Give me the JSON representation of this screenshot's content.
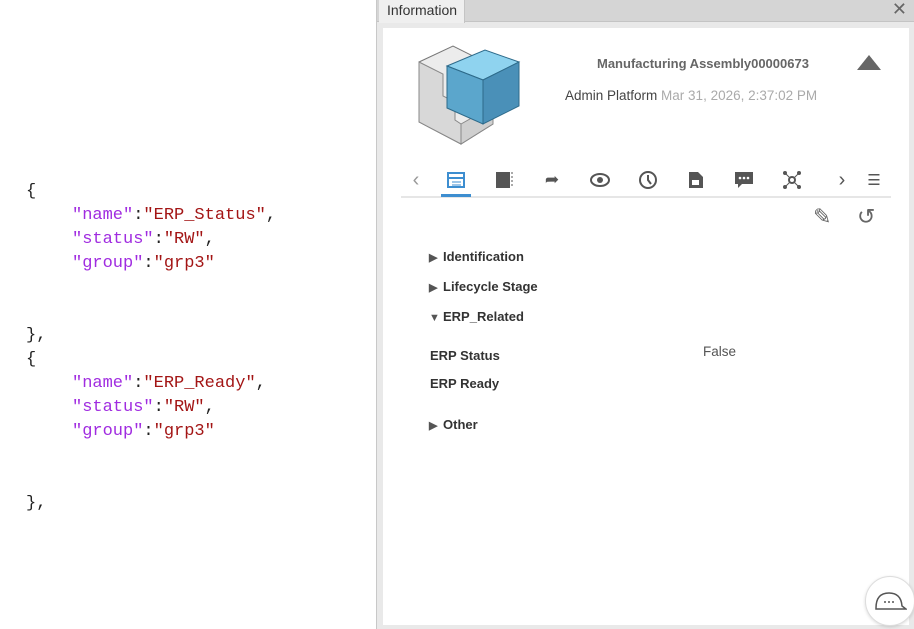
{
  "code": {
    "lines": [
      {
        "t": "brace",
        "text": "{"
      },
      {
        "key": "\"name\"",
        "value": "\"ERP_Status\"",
        "trail": ","
      },
      {
        "key": "\"status\"",
        "value": "\"RW\"",
        "trail": ","
      },
      {
        "key": "\"group\"",
        "value": "\"grp3\"",
        "trail": ""
      },
      {
        "t": "brace",
        "text": "},"
      },
      {
        "t": "brace",
        "text": "{"
      },
      {
        "key": "\"name\"",
        "value": "\"ERP_Ready\"",
        "trail": ","
      },
      {
        "key": "\"status\"",
        "value": "\"RW\"",
        "trail": ","
      },
      {
        "key": "\"group\"",
        "value": "\"grp3\"",
        "trail": ""
      },
      {
        "t": "brace",
        "text": "},"
      }
    ]
  },
  "panel": {
    "tab_label": "Information",
    "close": "✕",
    "object_title": "Manufacturing Assembly00000673",
    "owner": "Admin  Platform",
    "date": "Mar 31, 2026, 2:37:02 PM",
    "toolbar": [
      "properties-icon",
      "bookmark-icon",
      "share-icon",
      "view-icon",
      "history-icon",
      "document-icon",
      "comment-icon",
      "relations-icon"
    ],
    "sections": [
      {
        "label": "Identification",
        "expanded": false
      },
      {
        "label": "Lifecycle Stage",
        "expanded": false
      },
      {
        "label": "ERP_Related",
        "expanded": true
      },
      {
        "label": "Other",
        "expanded": false
      }
    ],
    "fields": [
      {
        "label": "ERP Status",
        "value": "False"
      },
      {
        "label": "ERP Ready",
        "value": ""
      }
    ]
  },
  "colors": {
    "accent": "#3d8ed0",
    "key": "#a02ce0",
    "string": "#a31515"
  }
}
